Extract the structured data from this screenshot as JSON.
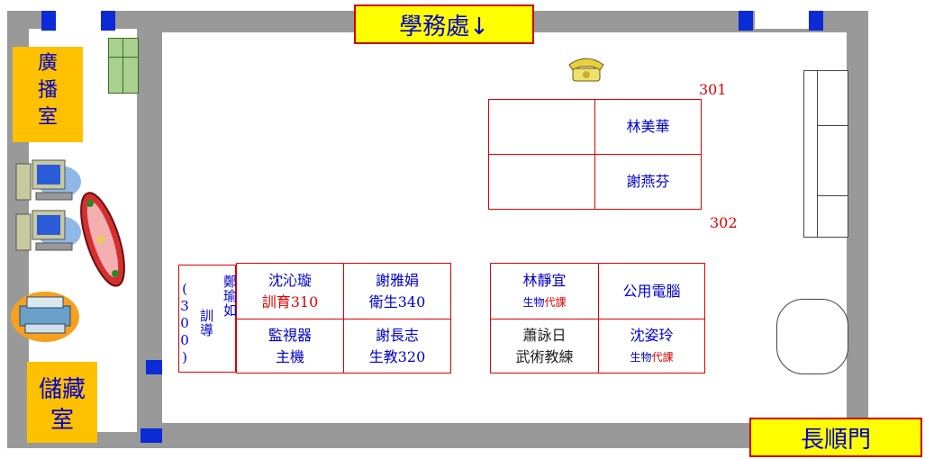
{
  "labels": {
    "xuewuchu": "學務處↓",
    "guangbo": [
      "廣",
      "播",
      "室"
    ],
    "chucang": [
      "儲藏",
      "室"
    ],
    "changshunmen": "長順門"
  },
  "rooms": {
    "r301": "301",
    "r302": "302"
  },
  "desks": {
    "lin_meihua": "林美華",
    "xie_yanfen": "謝燕芬",
    "zheng_yuru": "鄭瑜如",
    "zheng_dept": "訓導(300)",
    "shen_qinxuan": "沈沁璇",
    "shen_dept": "訓育310",
    "xie_yajuan": "謝雅娟",
    "xie_yajuan_dept": "衛生340",
    "monitor_1": "監視器",
    "monitor_2": "主機",
    "xie_changzhi": "謝長志",
    "xie_changzhi_dept": "生教320",
    "lin_jingyi": "林靜宜",
    "lin_jingyi_role_a": "生物",
    "lin_jingyi_role_b": "代課",
    "public_pc": "公用電腦",
    "xiao_yongri": "蕭詠日",
    "xiao_role": "武術教練",
    "shen_ziling": "沈姿玲",
    "shen_ziling_role_a": "生物",
    "shen_ziling_role_b": "代課"
  },
  "colors": {
    "wall": "#999999",
    "label_fill": "#ffff00",
    "room_fill": "#ffc000",
    "desk_border": "#e00000",
    "text_blue": "#0000cc",
    "text_red": "#e00000"
  }
}
